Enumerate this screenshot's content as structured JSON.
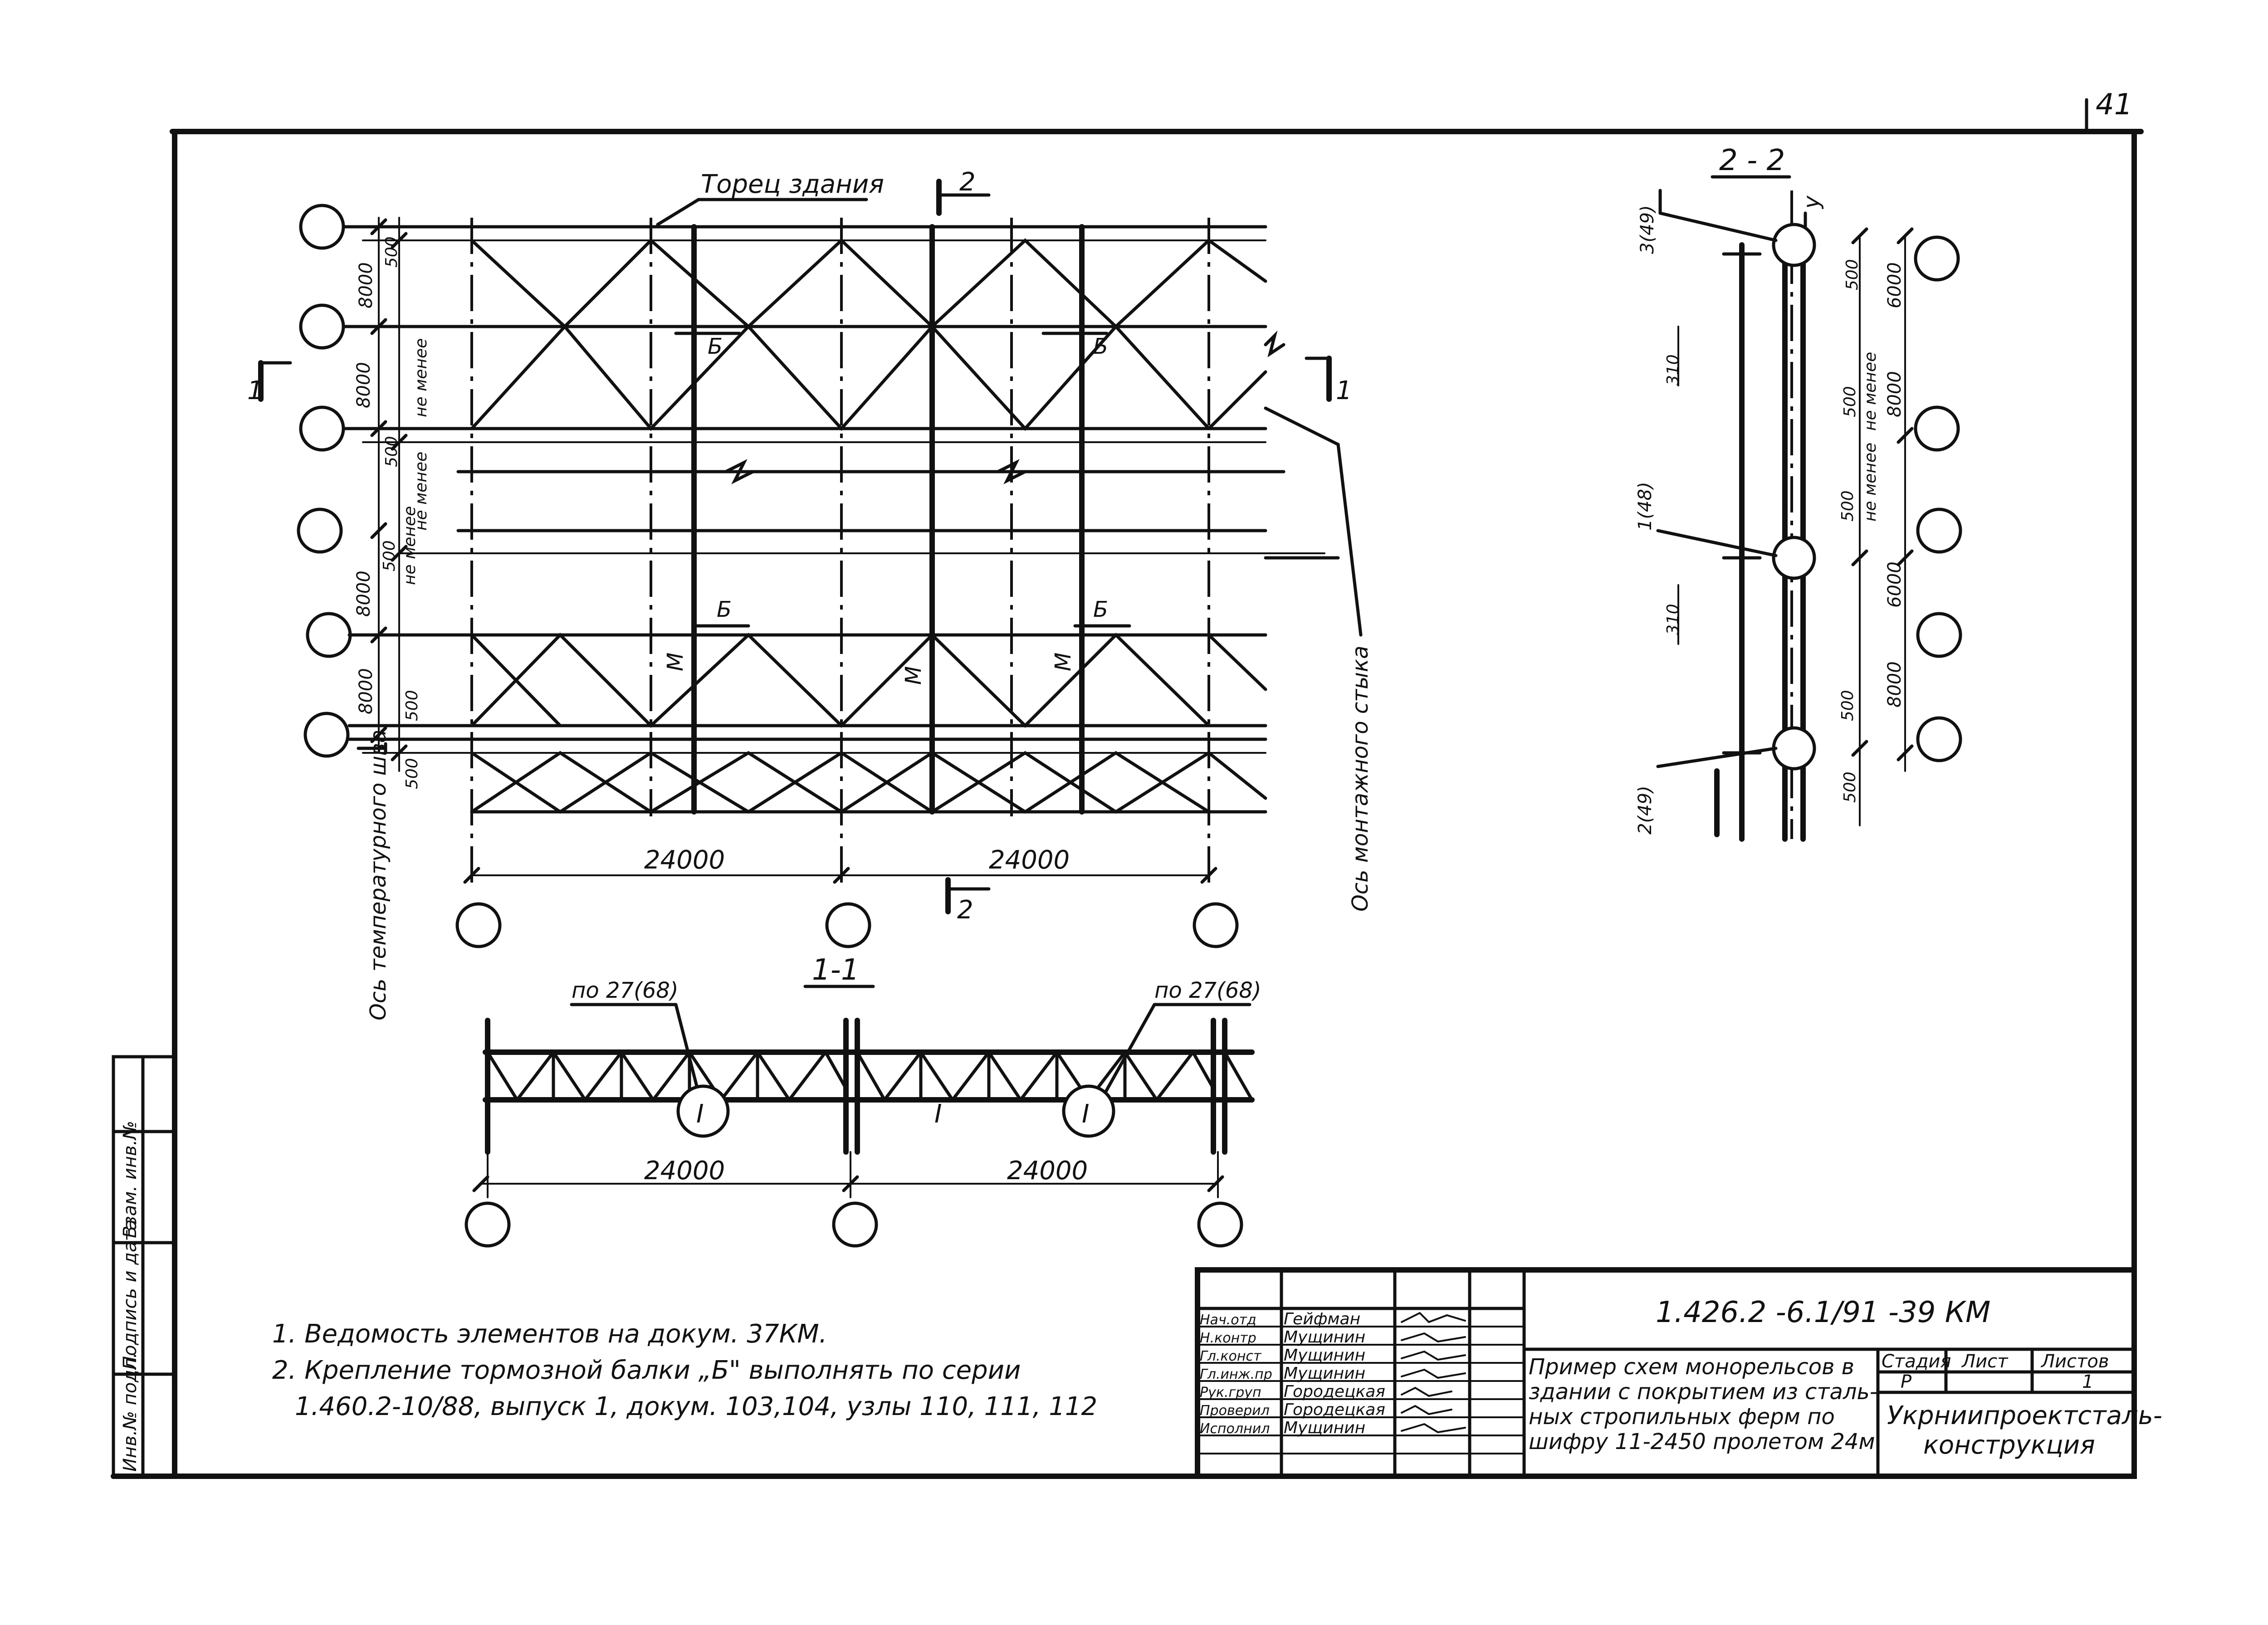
{
  "sheet_number": "41",
  "plan": {
    "title_end": "Торец здания",
    "section_2_mark": "2",
    "section_1_mark": "1",
    "beam_label": "Б",
    "mark_m": "М",
    "dim_24000": "24000",
    "dim_8000": "8000",
    "dim_500": "500",
    "not_less": "не менее",
    "axis_expansion": "Ось температурного шва",
    "axis_joint": "Ось монтажного стыка"
  },
  "section_1_1": {
    "title": "1-1",
    "ref_left": "по 27(68)",
    "ref_right": "по 27(68)",
    "profile": "I",
    "dim_24000": "24000"
  },
  "section_2_2": {
    "title": "2 - 2",
    "mark_y": "у",
    "ref_top": "3(49)",
    "ref_mid": "1(48)",
    "ref_bottom": "2(49)",
    "dim_310": "310",
    "dim_500": "500",
    "dim_6000": "6000",
    "dim_8000": "8000",
    "not_less": "не менее",
    "dim_not_less_8000": "не менее 8000",
    "dim_not_less": "не менее"
  },
  "notes": [
    "1. Ведомость элементов на докум. 37КМ.",
    "2. Крепление тормозной балки „Б\" выполнять по серии",
    "1.460.2-10/88, выпуск 1, докум. 103,104, узлы 110, 111, 112"
  ],
  "side_stamp": [
    "Инв.№ подл.",
    "Подпись и дата",
    "Взам. инв.№"
  ],
  "title_block": {
    "code": "1.426.2 -6.1/91 -39 КМ",
    "description": [
      "Пример схем монорельсов в",
      "здании с покрытием из сталь-",
      "ных стропильных ферм по",
      "шифру 11-2450 пролетом 24м"
    ],
    "stage_label": "Стадия",
    "stage": "Р",
    "sheet_label": "Лист",
    "sheet": "",
    "sheets_label": "Листов",
    "sheets": "1",
    "organization": [
      "Укрниипроектсталь-",
      "конструкция"
    ],
    "signers": [
      {
        "role": "Нач.отд",
        "name": "Гейфман"
      },
      {
        "role": "Н.контр",
        "name": "Мущинин"
      },
      {
        "role": "Гл.конст",
        "name": "Мущинин"
      },
      {
        "role": "Гл.инж.пр",
        "name": "Мущинин"
      },
      {
        "role": "Рук.груп",
        "name": "Городецкая"
      },
      {
        "role": "Проверил",
        "name": "Городецкая"
      },
      {
        "role": "Исполнил",
        "name": "Мущинин"
      }
    ]
  }
}
